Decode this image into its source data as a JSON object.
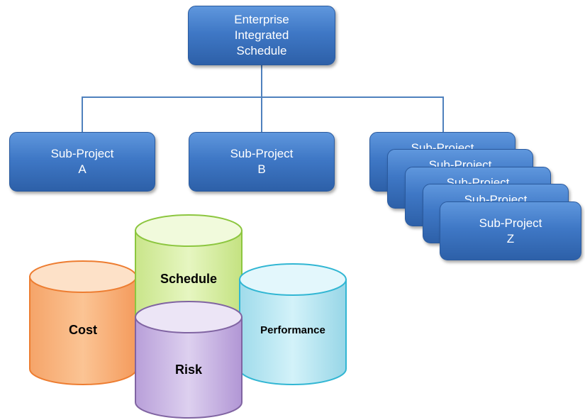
{
  "hierarchy": {
    "root": {
      "line1": "Enterprise",
      "line2": "Integrated",
      "line3": "Schedule"
    },
    "sub_a": {
      "line1": "Sub-Project",
      "line2": "A"
    },
    "sub_b": {
      "line1": "Sub-Project",
      "line2": "B"
    },
    "stack_partial_label": "Sub-Project",
    "sub_z": {
      "line1": "Sub-Project",
      "line2": "Z"
    }
  },
  "cylinders": {
    "cost": "Cost",
    "schedule": "Schedule",
    "risk": "Risk",
    "performance": "Performance"
  },
  "colors": {
    "box_blue": "#4a82cf",
    "connector": "#4f81bd",
    "cost_orange": "#f9b07a",
    "schedule_green": "#d6ee9e",
    "risk_purple": "#c9b4e2",
    "performance_cyan": "#b4e6f2"
  }
}
